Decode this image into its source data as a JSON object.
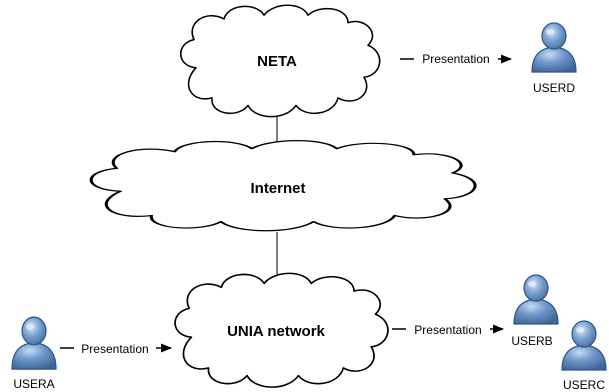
{
  "colors": {
    "user_body": "#6f97c9",
    "user_body_dark": "#3e6798",
    "user_outline": "#2f5686",
    "user_highlight": "#b9d1ee",
    "cloud_fill": "#ffffff",
    "line": "#000000"
  },
  "clouds": {
    "neta": "NETA",
    "internet": "Internet",
    "unia": "UNIA network"
  },
  "users": {
    "a": "USERA",
    "b": "USERB",
    "c": "USERC",
    "d": "USERD"
  },
  "arrows": {
    "neta_to_userd": "Presentation",
    "usera_to_unia": "Presentation",
    "unia_to_userb": "Presentation"
  },
  "icons": {
    "cloud": "cloud-icon",
    "user": "user-icon",
    "arrow": "arrow-right-icon"
  }
}
